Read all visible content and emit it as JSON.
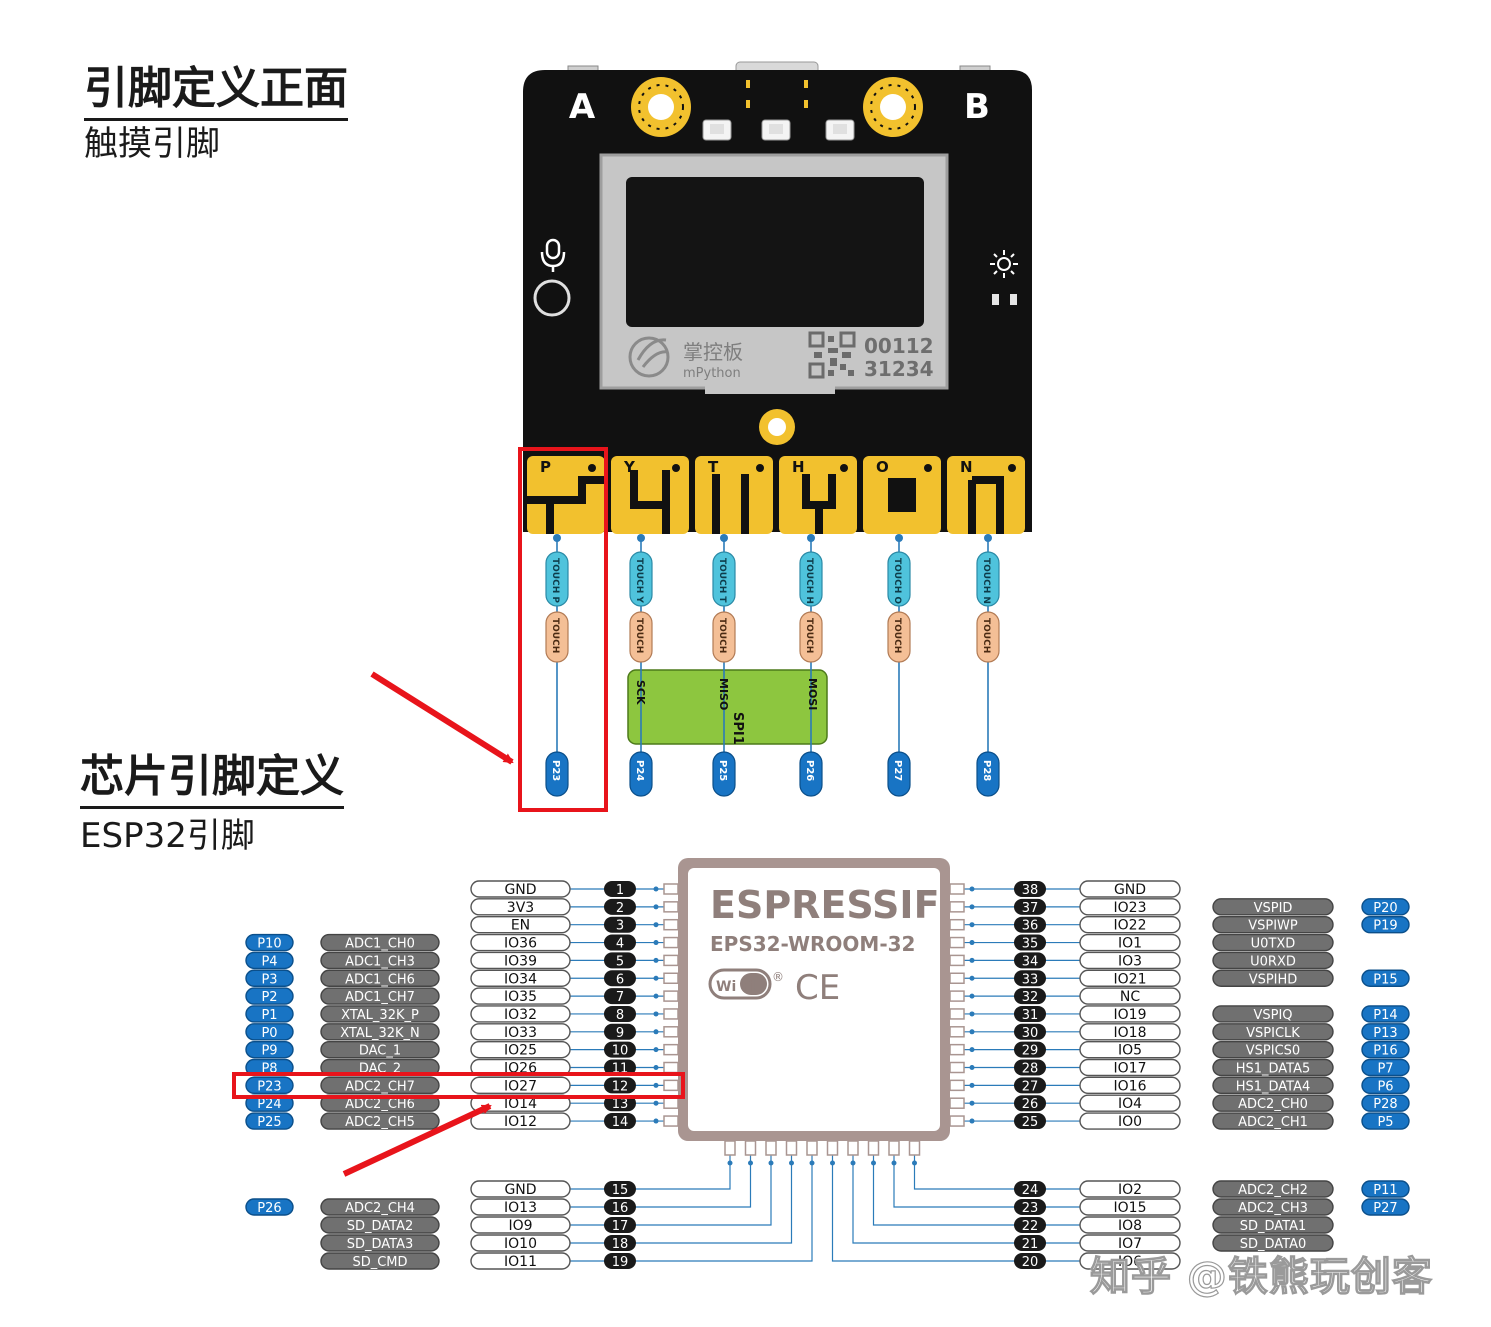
{
  "headings": {
    "front_title": "引脚定义正面",
    "front_subtitle": "触摸引脚",
    "chip_title": "芯片引脚定义",
    "chip_subtitle": "ESP32引脚"
  },
  "board": {
    "button_a": "A",
    "button_b": "B",
    "logo_cn": "掌控板",
    "logo_en": "mPython",
    "serial_line1": "00112",
    "serial_line2": "31234",
    "pads": [
      "P",
      "Y",
      "T",
      "H",
      "O",
      "N"
    ]
  },
  "touch_pins": [
    {
      "touch_label": "TOUCH P",
      "touch_func": "TOUCH",
      "pin": "P23"
    },
    {
      "touch_label": "TOUCH Y",
      "touch_func": "TOUCH",
      "pin": "P24"
    },
    {
      "touch_label": "TOUCH T",
      "touch_func": "TOUCH",
      "pin": "P25"
    },
    {
      "touch_label": "TOUCH H",
      "touch_func": "TOUCH",
      "pin": "P26"
    },
    {
      "touch_label": "TOUCH O",
      "touch_func": "TOUCH",
      "pin": "P27"
    },
    {
      "touch_label": "TOUCH N",
      "touch_func": "TOUCH",
      "pin": "P28"
    }
  ],
  "spi": {
    "title": "SPI1",
    "sck": "SCK",
    "miso": "MISO",
    "mosi": "MOSI"
  },
  "module": {
    "brand": "ESPRESSIF",
    "model": "EPS32-WROOM-32",
    "wifi": "Wi Fi",
    "ce": "CE",
    "registered": "®"
  },
  "left_pins": [
    {
      "num": "1",
      "io": "GND",
      "func": "",
      "p": ""
    },
    {
      "num": "2",
      "io": "3V3",
      "func": "",
      "p": ""
    },
    {
      "num": "3",
      "io": "EN",
      "func": "",
      "p": ""
    },
    {
      "num": "4",
      "io": "IO36",
      "func": "ADC1_CH0",
      "p": "P10"
    },
    {
      "num": "5",
      "io": "IO39",
      "func": "ADC1_CH3",
      "p": "P4"
    },
    {
      "num": "6",
      "io": "IO34",
      "func": "ADC1_CH6",
      "p": "P3"
    },
    {
      "num": "7",
      "io": "IO35",
      "func": "ADC1_CH7",
      "p": "P2"
    },
    {
      "num": "8",
      "io": "IO32",
      "func": "XTAL_32K_P",
      "p": "P1"
    },
    {
      "num": "9",
      "io": "IO33",
      "func": "XTAL_32K_N",
      "p": "P0"
    },
    {
      "num": "10",
      "io": "IO25",
      "func": "DAC_1",
      "p": "P9"
    },
    {
      "num": "11",
      "io": "IO26",
      "func": "DAC_2",
      "p": "P8"
    },
    {
      "num": "12",
      "io": "IO27",
      "func": "ADC2_CH7",
      "p": "P23"
    },
    {
      "num": "13",
      "io": "IO14",
      "func": "ADC2_CH6",
      "p": "P24"
    },
    {
      "num": "14",
      "io": "IO12",
      "func": "ADC2_CH5",
      "p": "P25"
    }
  ],
  "right_pins": [
    {
      "num": "38",
      "io": "GND",
      "func": "",
      "p": ""
    },
    {
      "num": "37",
      "io": "IO23",
      "func": "VSPID",
      "p": "P20"
    },
    {
      "num": "36",
      "io": "IO22",
      "func": "VSPIWP",
      "p": "P19"
    },
    {
      "num": "35",
      "io": "IO1",
      "func": "U0TXD",
      "p": ""
    },
    {
      "num": "34",
      "io": "IO3",
      "func": "U0RXD",
      "p": ""
    },
    {
      "num": "33",
      "io": "IO21",
      "func": "VSPIHD",
      "p": "P15"
    },
    {
      "num": "32",
      "io": "NC",
      "func": "",
      "p": ""
    },
    {
      "num": "31",
      "io": "IO19",
      "func": "VSPIQ",
      "p": "P14"
    },
    {
      "num": "30",
      "io": "IO18",
      "func": "VSPICLK",
      "p": "P13"
    },
    {
      "num": "29",
      "io": "IO5",
      "func": "VSPICS0",
      "p": "P16"
    },
    {
      "num": "28",
      "io": "IO17",
      "func": "HS1_DATA5",
      "p": "P7"
    },
    {
      "num": "27",
      "io": "IO16",
      "func": "HS1_DATA4",
      "p": "P6"
    },
    {
      "num": "26",
      "io": "IO4",
      "func": "ADC2_CH0",
      "p": "P28"
    },
    {
      "num": "25",
      "io": "IO0",
      "func": "ADC2_CH1",
      "p": "P5"
    }
  ],
  "bottom_left_pins": [
    {
      "num": "15",
      "io": "GND",
      "func": "",
      "p": ""
    },
    {
      "num": "16",
      "io": "IO13",
      "func": "ADC2_CH4",
      "p": "P26"
    },
    {
      "num": "17",
      "io": "IO9",
      "func": "SD_DATA2",
      "p": ""
    },
    {
      "num": "18",
      "io": "IO10",
      "func": "SD_DATA3",
      "p": ""
    },
    {
      "num": "19",
      "io": "IO11",
      "func": "SD_CMD",
      "p": ""
    }
  ],
  "bottom_right_pins": [
    {
      "num": "24",
      "io": "IO2",
      "func": "ADC2_CH2",
      "p": "P11"
    },
    {
      "num": "23",
      "io": "IO15",
      "func": "ADC2_CH3",
      "p": "P27"
    },
    {
      "num": "22",
      "io": "IO8",
      "func": "SD_DATA1",
      "p": ""
    },
    {
      "num": "21",
      "io": "IO7",
      "func": "SD_DATA0",
      "p": ""
    },
    {
      "num": "20",
      "io": "IO6",
      "func": "",
      "p": ""
    }
  ],
  "watermark": "知乎 @铁熊玩创客",
  "colors": {
    "board": "#111111",
    "gold": "#f2c12e",
    "touch_blue": "#4fc3dc",
    "touch_orange": "#f4bf96",
    "pin_blue": "#1874c4",
    "spi_green": "#8dc63f",
    "func_gray": "#707070",
    "num_black": "#1a1a1a",
    "module": "#a99591",
    "highlight_red": "#e8141b",
    "wire": "#2b7bb9"
  }
}
